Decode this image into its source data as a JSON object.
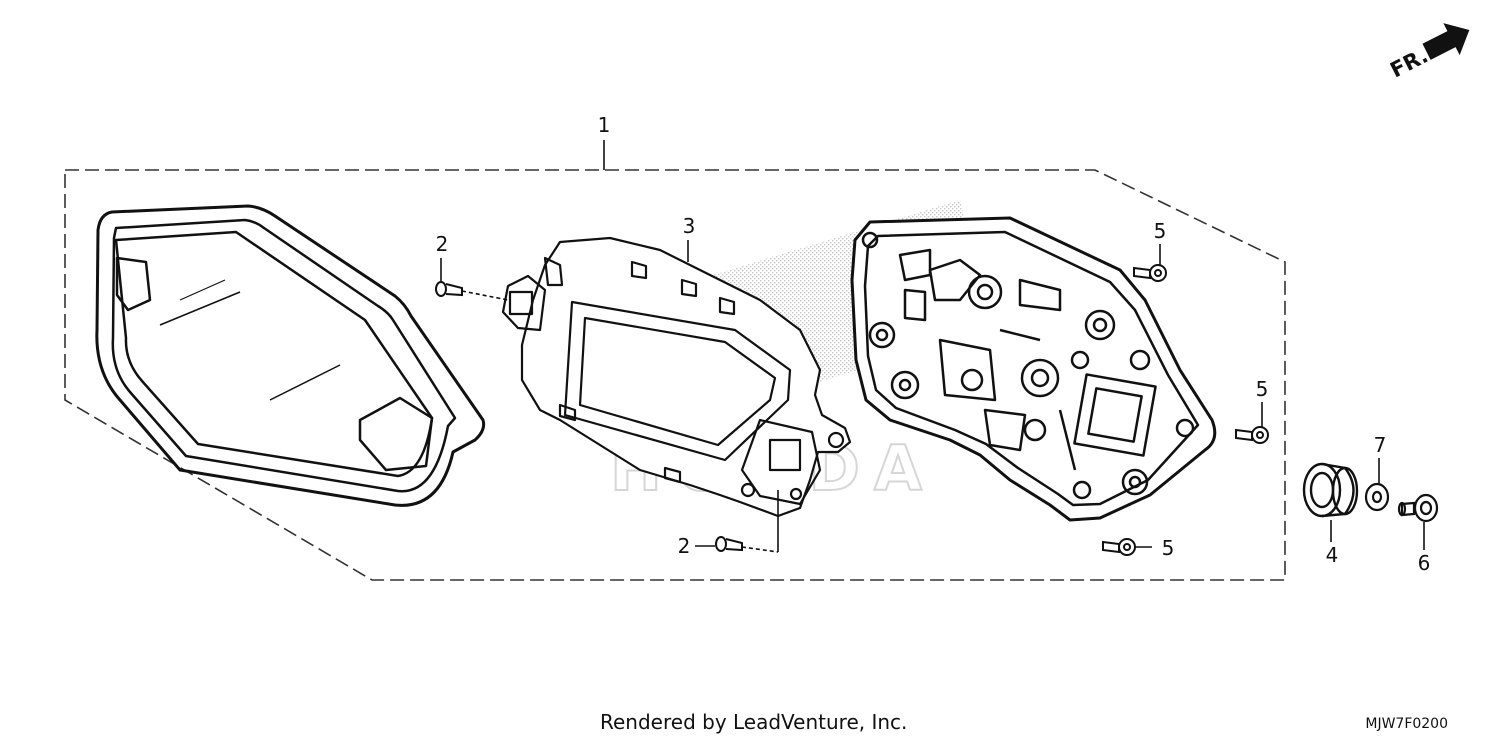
{
  "diagram": {
    "front_marker": "FR.",
    "watermark": "HONDA",
    "callouts": [
      {
        "id": "1",
        "label": "1"
      },
      {
        "id": "2a",
        "label": "2"
      },
      {
        "id": "2b",
        "label": "2"
      },
      {
        "id": "3",
        "label": "3"
      },
      {
        "id": "4",
        "label": "4"
      },
      {
        "id": "5a",
        "label": "5"
      },
      {
        "id": "5b",
        "label": "5"
      },
      {
        "id": "5c",
        "label": "5"
      },
      {
        "id": "6",
        "label": "6"
      },
      {
        "id": "7",
        "label": "7"
      }
    ]
  },
  "footer": {
    "credit": "Rendered by LeadVenture, Inc.",
    "diagram_code": "MJW7F0200"
  }
}
